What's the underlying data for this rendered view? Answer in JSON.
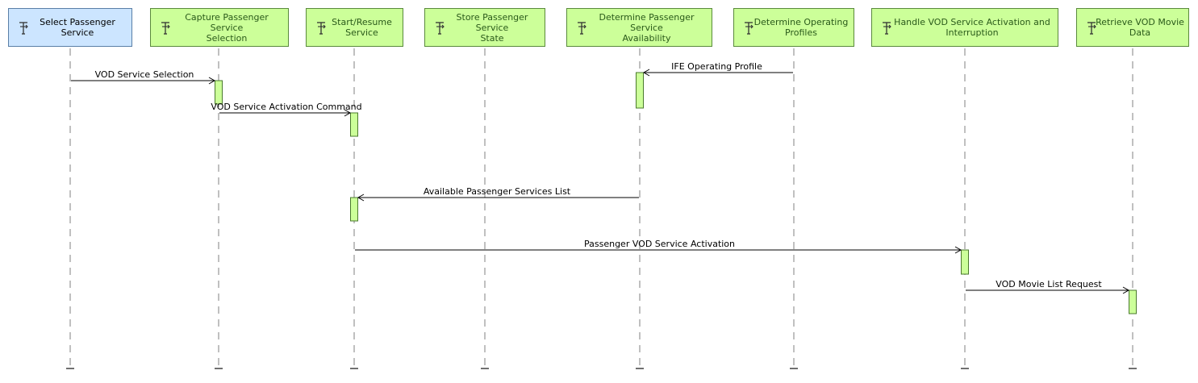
{
  "lifelines": [
    {
      "id": "L0",
      "label": "Select Passenger Service",
      "selected": true,
      "icon": "function-icon"
    },
    {
      "id": "L1",
      "label": "Capture Passenger Service\nSelection",
      "selected": false,
      "icon": "function-icon"
    },
    {
      "id": "L2",
      "label": "Start/Resume\nService",
      "selected": false,
      "icon": "function-icon"
    },
    {
      "id": "L3",
      "label": "Store Passenger Service\nState",
      "selected": false,
      "icon": "function-icon"
    },
    {
      "id": "L4",
      "label": "Determine  Passenger Service\nAvailability",
      "selected": false,
      "icon": "function-icon"
    },
    {
      "id": "L5",
      "label": "Determine Operating\nProfiles",
      "selected": false,
      "icon": "function-icon"
    },
    {
      "id": "L6",
      "label": "Handle VOD Service Activation and\nInterruption",
      "selected": false,
      "icon": "function-icon"
    },
    {
      "id": "L7",
      "label": "Retrieve VOD Movie Data",
      "selected": false,
      "icon": "function-icon"
    }
  ],
  "messages": [
    {
      "label": "VOD Service Selection",
      "from": "L0",
      "to": "L1"
    },
    {
      "label": "IFE Operating Profile",
      "from": "L5",
      "to": "L4"
    },
    {
      "label": "VOD Service Activation Command",
      "from": "L1",
      "to": "L2"
    },
    {
      "label": "Available Passenger Services List",
      "from": "L4",
      "to": "L2"
    },
    {
      "label": "Passenger VOD Service Activation",
      "from": "L2",
      "to": "L6"
    },
    {
      "label": "VOD Movie List Request",
      "from": "L6",
      "to": "L7"
    }
  ],
  "colors": {
    "function_fill": "#ccff99",
    "function_border": "#5a8a3c",
    "selected_fill": "#cce5ff",
    "selected_border": "#5a7fa6",
    "activation_fill": "#ccff99",
    "lifeline_dash": "#808080"
  }
}
